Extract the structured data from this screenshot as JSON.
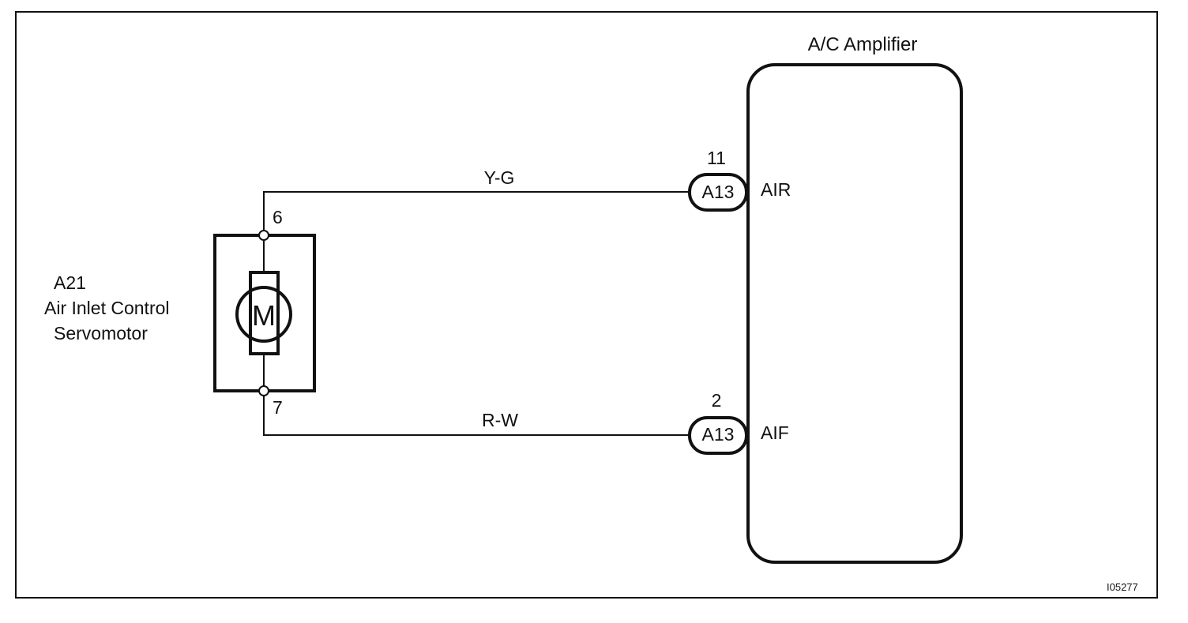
{
  "amplifier": {
    "title": "A/C Amplifier",
    "pins": [
      {
        "number": "11",
        "connector": "A13",
        "name": "AIR"
      },
      {
        "number": "2",
        "connector": "A13",
        "name": "AIF"
      }
    ]
  },
  "servomotor": {
    "code": "A21",
    "name_line1": "Air Inlet Control",
    "name_line2": "Servomotor",
    "symbol": "M",
    "terminals": [
      "6",
      "7"
    ]
  },
  "wires": [
    {
      "color_code": "Y-G"
    },
    {
      "color_code": "R-W"
    }
  ],
  "figure_id": "I05277"
}
